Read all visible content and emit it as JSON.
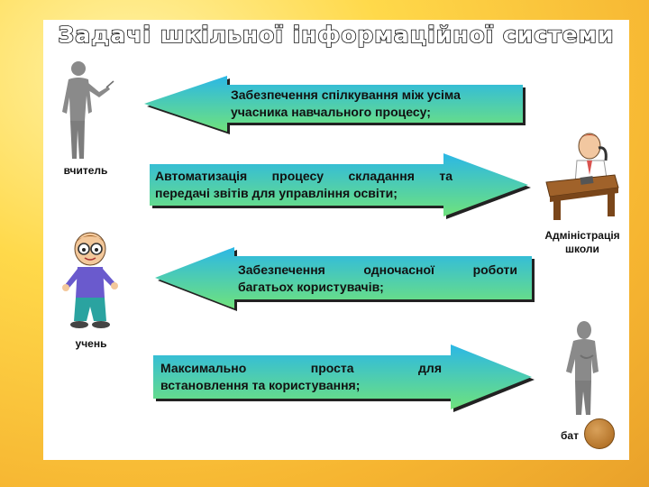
{
  "title": "Задачі шкільної інформаційної системи",
  "colors": {
    "arrow_top": "#2bb7e6",
    "arrow_bottom": "#6fe27c",
    "background": "#f6c33a"
  },
  "tasks": [
    {
      "line1": "Забезпечення спілкування між усіма",
      "line2": "учасника навчального процесу;",
      "direction": "left"
    },
    {
      "line1": "Автоматизація процесу складання та",
      "line2": "передачі звітів для управління освіти;",
      "direction": "right"
    },
    {
      "line1": "Забезпечення одночасної роботи",
      "line2": "багатьох користувачів;",
      "direction": "left"
    },
    {
      "line1": "Максимально проста для",
      "line2": "встановлення та користування;",
      "direction": "right"
    }
  ],
  "actors": {
    "teacher": {
      "label": "вчитель",
      "icon": "teacher-figure-icon"
    },
    "student": {
      "label": "учень",
      "icon": "student-figure-icon"
    },
    "admin": {
      "line1": "Адміністрація",
      "line2": "школи",
      "icon": "administration-figure-icon"
    },
    "parents": {
      "label": "бат",
      "icon": "parent-figure-icon"
    }
  }
}
